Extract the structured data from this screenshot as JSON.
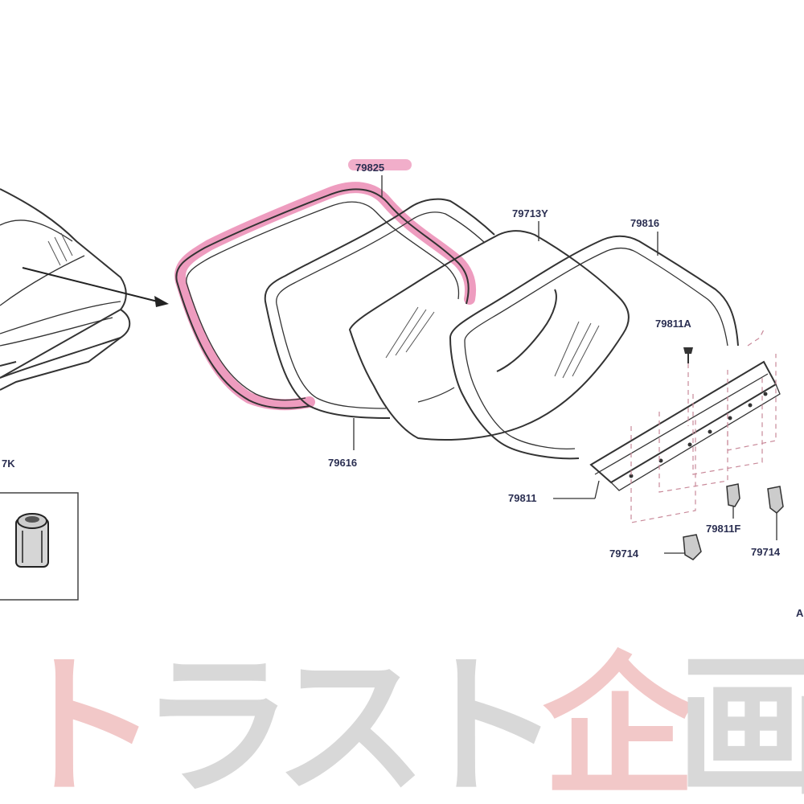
{
  "diagram": {
    "labels": {
      "p79825": "79825",
      "p79713y": "79713Y",
      "p79816": "79816",
      "p79811a": "79811A",
      "p79616": "79616",
      "p79811": "79811",
      "p79811f": "79811F",
      "p79714_left": "79714",
      "p79714_right": "79714",
      "edge_left": "7K",
      "edge_right": "A"
    },
    "highlight_color": "#e04b8a"
  },
  "watermark": {
    "chars": [
      "ト",
      "ラ",
      "ス",
      "ト",
      "企",
      "画"
    ],
    "colors": [
      "#f2c8c8",
      "#d8d8d8",
      "#d8d8d8",
      "#d8d8d8",
      "#f2c8c8",
      "#d8d8d8"
    ]
  }
}
